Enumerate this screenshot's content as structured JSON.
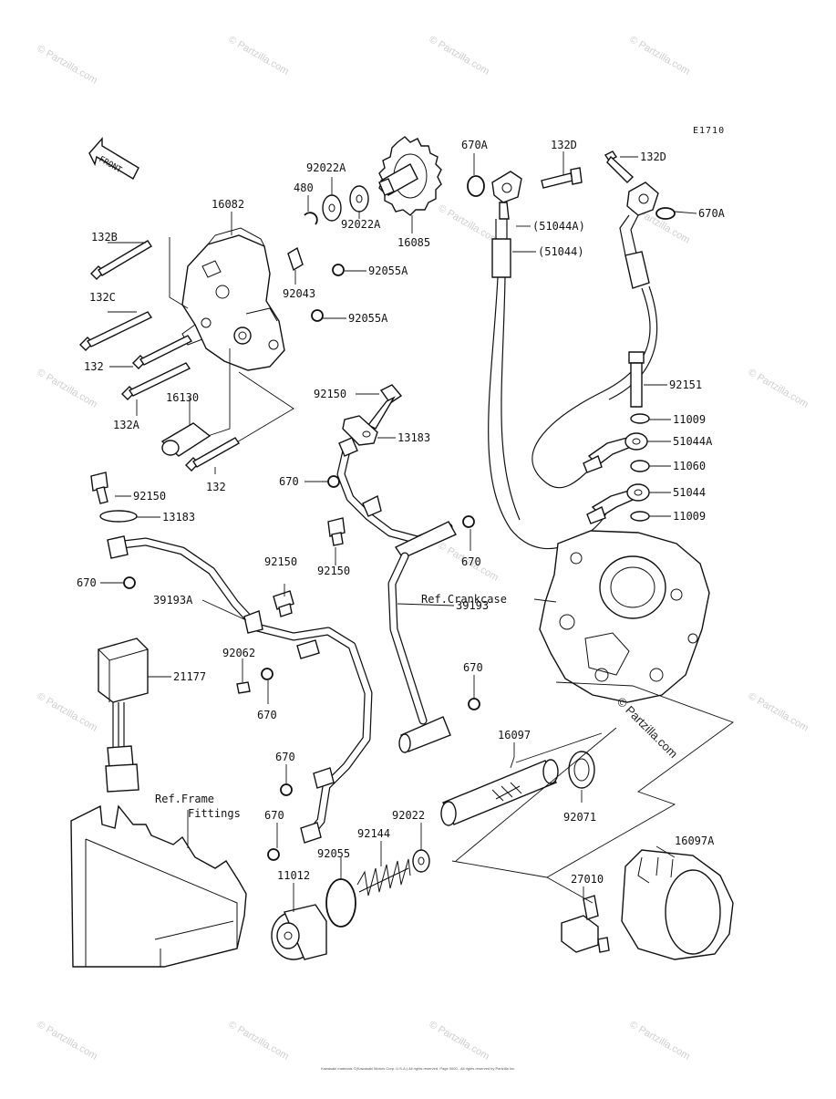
{
  "diagram": {
    "code": "E1710",
    "front_label": "FRONT",
    "ref_crankcase": "Ref.Crankcase",
    "ref_frame_line1": "Ref.Frame",
    "ref_frame_line2": "Fittings",
    "brand_stamp": "© Partzilla.com",
    "watermark": "© Partzilla.com",
    "copyright": "Kawasaki materials ©(Kawasaki Motors Corp. U.S.A.) All rights reserved. Page 0000 - All rights reserved by Partzilla Inc."
  },
  "callouts": {
    "p670a_top": "670A",
    "p132d_top": "132D",
    "p132d_right": "132D",
    "p670a_right": "670A",
    "p51044a_paren": "(51044A)",
    "p51044_paren": "(51044)",
    "p92022a_top": "92022A",
    "p480": "480",
    "p16082": "16082",
    "p92022a_bottom": "92022A",
    "p16085": "16085",
    "p132b": "132B",
    "p92043": "92043",
    "p92055a_1": "92055A",
    "p132c": "132C",
    "p92055a_2": "92055A",
    "p132": "132",
    "p16130": "16130",
    "p132a": "132A",
    "p132_bottom": "132",
    "p92150_center": "92150",
    "p13183_center": "13183",
    "p670_center": "670",
    "p92151": "92151",
    "p11009_top": "11009",
    "p51044a": "51044A",
    "p11060": "11060",
    "p51044": "51044",
    "p11009_bottom": "11009",
    "p92150_left": "92150",
    "p13183_left": "13183",
    "p670_left": "670",
    "p92150_mid": "92150",
    "p670_pipe": "670",
    "p92150_lower": "92150",
    "p39193a": "39193A",
    "p39193": "39193",
    "p92062": "92062",
    "p670_a": "670",
    "p21177": "21177",
    "p670_right": "670",
    "p670_b": "670",
    "p670_c": "670",
    "p16097": "16097",
    "p92022": "92022",
    "p92071": "92071",
    "p92144": "92144",
    "p92055": "92055",
    "p11012": "11012",
    "p16097a": "16097A",
    "p27010": "27010"
  }
}
